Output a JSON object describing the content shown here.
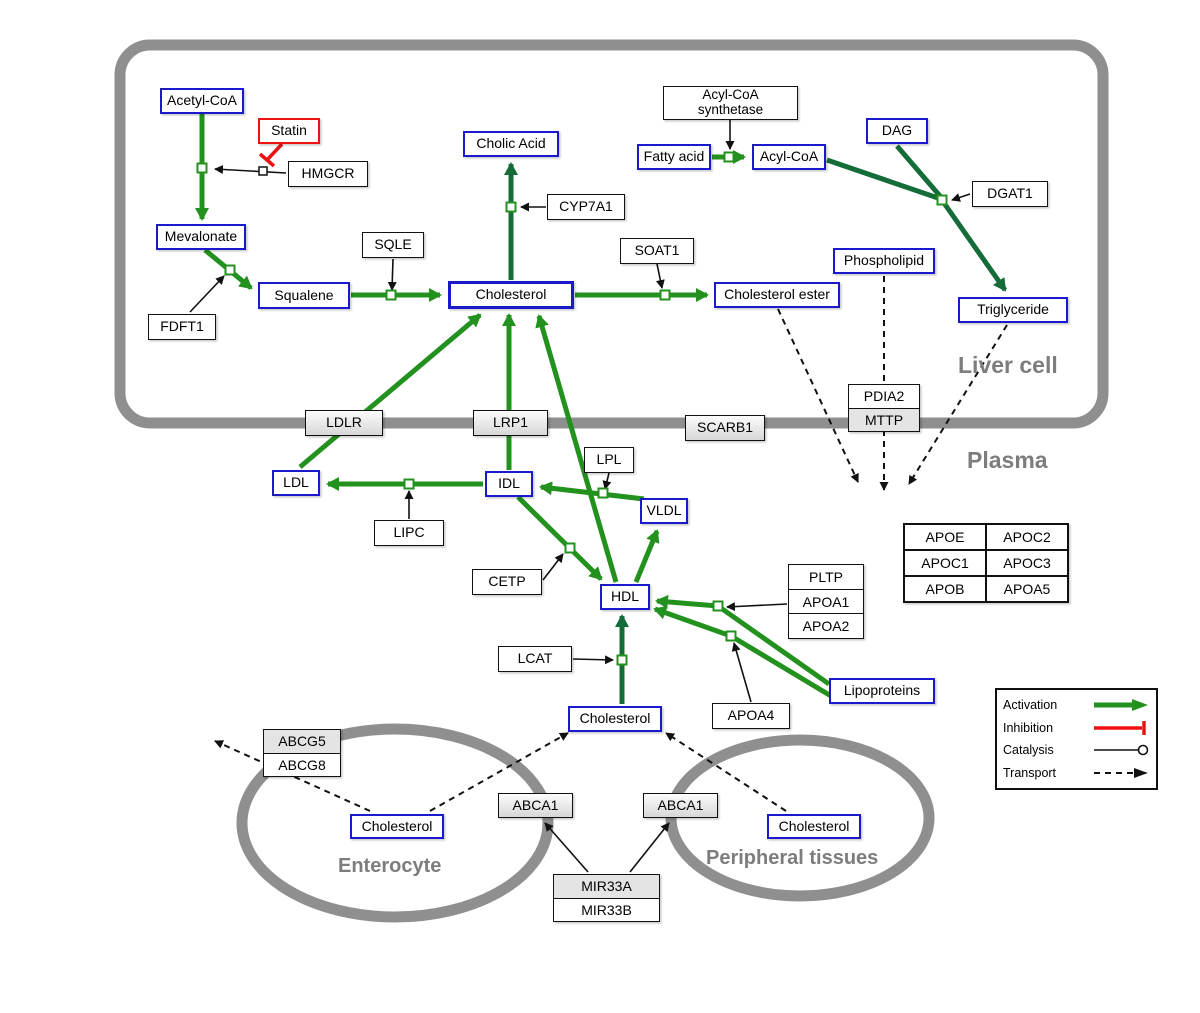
{
  "colors": {
    "activation": "#23911e",
    "activation_dark": "#146c39",
    "inhibition": "#ee1111",
    "metabolite_border": "#1a1acc",
    "membrane": "#8f8f8f"
  },
  "regions": {
    "liver": "Liver cell",
    "plasma": "Plasma",
    "enterocyte": "Enterocyte",
    "peripheral": "Peripheral tissues"
  },
  "nodes": {
    "acetyl_coa": "Acetyl-CoA",
    "statin": "Statin",
    "hmgcr": "HMGCR",
    "mevalonate": "Mevalonate",
    "fdft1": "FDFT1",
    "squalene": "Squalene",
    "sqle": "SQLE",
    "cholic_acid": "Cholic Acid",
    "cyp7a1": "CYP7A1",
    "cholesterol_liver": "Cholesterol",
    "soat1": "SOAT1",
    "cholesterol_ester": "Cholesterol ester",
    "fatty_acid": "Fatty acid",
    "acyl_coa_synthetase": "Acyl-CoA synthetase",
    "acyl_coa": "Acyl-CoA",
    "dag": "DAG",
    "dgat1": "DGAT1",
    "phospholipid": "Phospholipid",
    "triglyceride": "Triglyceride",
    "pdia2": "PDIA2",
    "mttp": "MTTP",
    "ldlr": "LDLR",
    "lrp1": "LRP1",
    "scarb1": "SCARB1",
    "ldl": "LDL",
    "idl": "IDL",
    "lpl": "LPL",
    "vldl": "VLDL",
    "lipc": "LIPC",
    "cetp": "CETP",
    "hdl": "HDL",
    "lcat": "LCAT",
    "apo_table": [
      [
        "APOE",
        "APOC2"
      ],
      [
        "APOC1",
        "APOC3"
      ],
      [
        "APOB",
        "APOA5"
      ]
    ],
    "pltp": "PLTP",
    "apoa1": "APOA1",
    "apoa2": "APOA2",
    "apoa4": "APOA4",
    "lipoproteins": "Lipoproteins",
    "cholesterol_plasma": "Cholesterol",
    "abcg5": "ABCG5",
    "abcg8": "ABCG8",
    "cholesterol_enterocyte": "Cholesterol",
    "abca1_left": "ABCA1",
    "abca1_right": "ABCA1",
    "cholesterol_peripheral": "Cholesterol",
    "mir33a": "MIR33A",
    "mir33b": "MIR33B"
  },
  "legend": {
    "activation": "Activation",
    "inhibition": "Inhibition",
    "catalysis": "Catalysis",
    "transport": "Transport"
  }
}
